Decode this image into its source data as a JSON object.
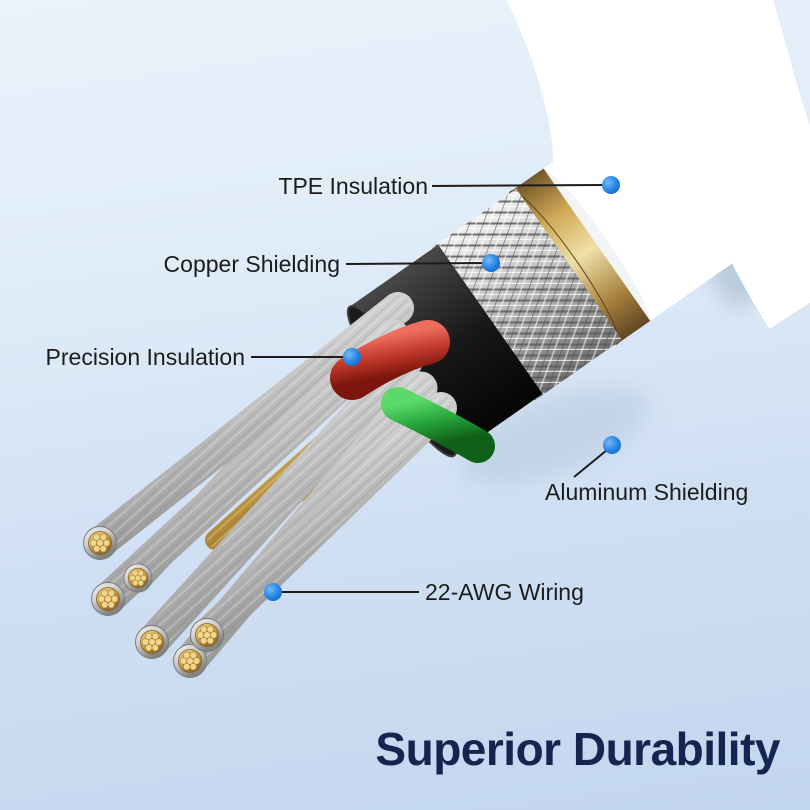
{
  "scene": {
    "background_top": "#eaf3fb",
    "background_bottom": "#c2d6ee",
    "description": "Cut-away view of a white USB cable showing internal construction layers"
  },
  "callouts": [
    {
      "id": "tpe",
      "label": "TPE Insulation"
    },
    {
      "id": "copper",
      "label": "Copper Shielding"
    },
    {
      "id": "precision",
      "label": "Precision Insulation"
    },
    {
      "id": "aluminum",
      "label": "Aluminum Shielding"
    },
    {
      "id": "awg",
      "label": "22-AWG Wiring"
    }
  ],
  "title": {
    "text": "Superior Durability",
    "color": "#14254f"
  },
  "colors": {
    "callout_dot": "#1f7fe0",
    "callout_line": "#1c1c1c",
    "label_text": "#1c1c1c",
    "cable_jacket": "#ffffff",
    "aluminum_shield_gold": "#d7b96f",
    "copper_braid": "#bdbdbd",
    "inner_insulation_black": "#161616",
    "red_wire": "#c0392b",
    "green_wire": "#27a53a",
    "gold_strand": "#cda74e"
  }
}
